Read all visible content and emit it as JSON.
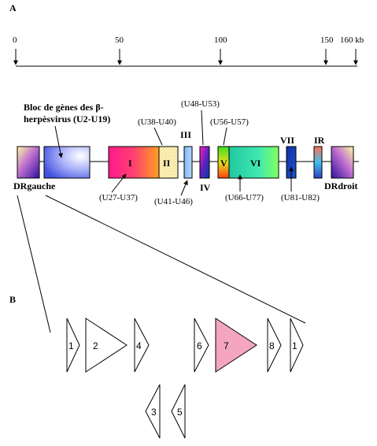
{
  "panel_a": {
    "label": "A"
  },
  "panel_b": {
    "label": "B"
  },
  "scale": {
    "ticks": [
      "0",
      "50",
      "100",
      "150"
    ],
    "end_label": "160 kb"
  },
  "labels": {
    "bloc_line1": "Bloc de gènes des β-",
    "bloc_line2": "herpèsvirus (U2-U19)",
    "dr_left": "DRgauche",
    "dr_right": "DRdroit",
    "u38_u40": "(U38-U40)",
    "u48_u53": "(U48-U53)",
    "u56_u57": "(U56-U57)",
    "u27_u37": "(U27-U37)",
    "u41_u46": "(U41-U46)",
    "u66_u77": "(U66-U77)",
    "u81_u82": "(U81-U82)"
  },
  "blocks": {
    "I": "I",
    "II": "II",
    "III": "III",
    "IV": "IV",
    "V": "V",
    "VI": "VI",
    "VII": "VII",
    "IR": "IR"
  },
  "genes": {
    "g1": "1",
    "g2": "2",
    "g3": "3",
    "g4": "4",
    "g5": "5",
    "g6": "6",
    "g7": "7",
    "g8": "8",
    "g1b": "1"
  },
  "colors": {
    "gene7_fill": "#f4a6c0"
  }
}
